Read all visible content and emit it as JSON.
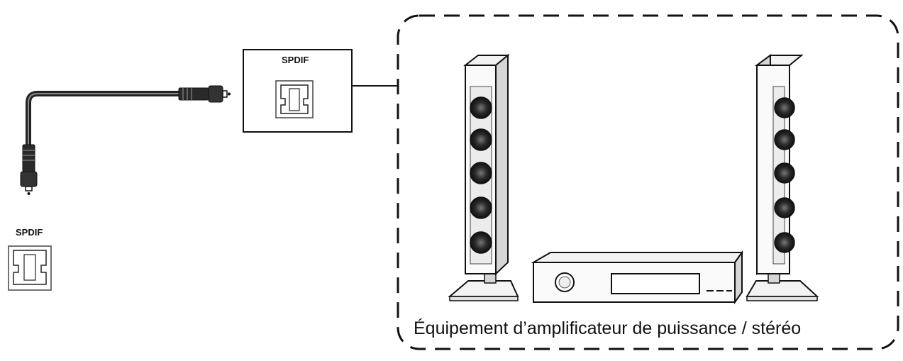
{
  "labels": {
    "source_port": "SPDIF",
    "target_port": "SPDIF",
    "caption": "Équipement d’amplificateur de puissance / stéréo"
  },
  "colors": {
    "line": "#111111",
    "background": "#ffffff",
    "light_fill": "#f3f3f3",
    "mid_fill": "#d6d6d6",
    "driver_fill": "#2a2a2a"
  },
  "icons": {
    "source_port": "optical-port-icon",
    "target_port": "optical-port-icon",
    "cable": "optical-cable-icon",
    "left_speaker": "tower-speaker-icon",
    "right_speaker": "tower-speaker-icon",
    "amplifier": "stereo-amplifier-icon"
  }
}
